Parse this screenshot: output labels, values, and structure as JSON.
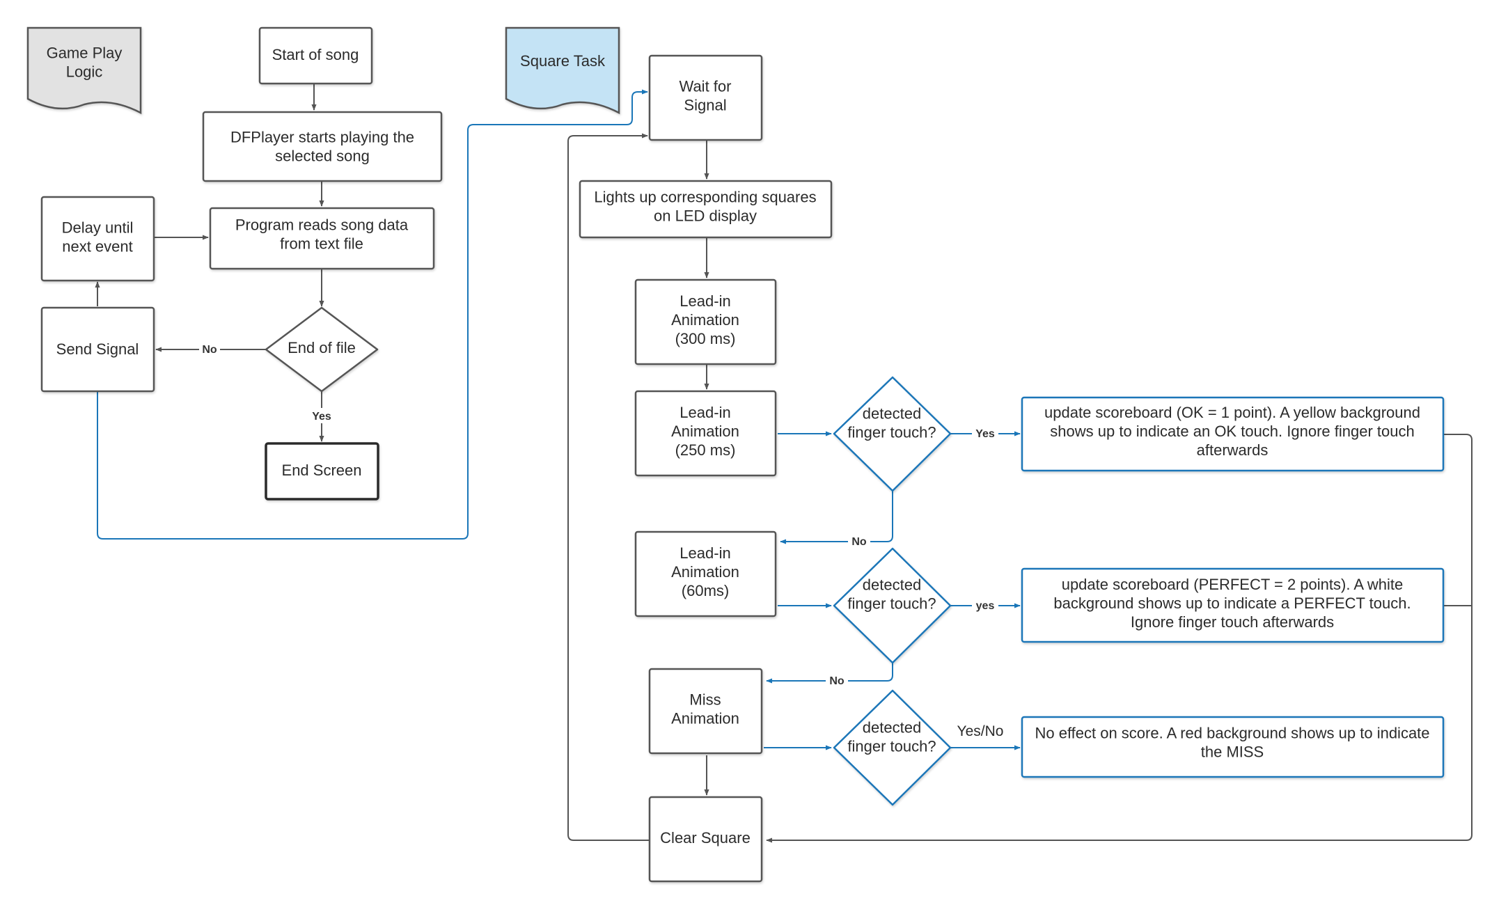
{
  "colors": {
    "gray_stroke": "#545454",
    "blue_stroke": "#1a76b8",
    "doc_gray_fill": "#e2e2e2",
    "doc_blue_fill": "#c4e3f5",
    "text": "#2b2b2b",
    "background": "#ffffff"
  },
  "game_logic": {
    "title": [
      "Game Play",
      "Logic"
    ],
    "start_song": [
      "Start of song"
    ],
    "dfplayer": [
      "DFPlayer starts playing the",
      "selected song"
    ],
    "program_reads": [
      "Program reads song data",
      "from text file"
    ],
    "delay": [
      "Delay until",
      "next event"
    ],
    "end_of_file": [
      "End of file"
    ],
    "send_signal": [
      "Send Signal"
    ],
    "end_screen": [
      "End Screen"
    ],
    "no_label": "No",
    "yes_label": "Yes"
  },
  "square_task": {
    "title": [
      "Square Task"
    ],
    "wait_signal": [
      "Wait for",
      "Signal"
    ],
    "lights_up": [
      "Lights up corresponding squares",
      "on LED display"
    ],
    "lead_in_300": [
      "Lead-in",
      "Animation",
      "(300 ms)"
    ],
    "lead_in_250": [
      "Lead-in",
      "Animation",
      "(250 ms)"
    ],
    "lead_in_60": [
      "Lead-in",
      "Animation",
      "(60ms)"
    ],
    "miss_animation": [
      "Miss",
      "Animation"
    ],
    "clear_square": [
      "Clear Square"
    ],
    "detected_1": [
      "detected",
      "finger touch?"
    ],
    "detected_2": [
      "detected",
      "finger touch?"
    ],
    "detected_3": [
      "detected",
      "finger touch?"
    ],
    "ok_result": [
      "update scoreboard (OK = 1 point). A yellow background",
      "shows up to indicate an OK touch. Ignore finger touch",
      "afterwards"
    ],
    "perfect_result": [
      "update scoreboard (PERFECT = 2 points). A white",
      "background shows up to indicate a PERFECT touch.",
      "Ignore finger touch afterwards"
    ],
    "miss_result": [
      "No effect on score. A red background shows up to indicate",
      "the MISS"
    ],
    "yes_1": "Yes",
    "no_1": "No",
    "yes_2": "yes",
    "no_2": "No",
    "yesno_3": "Yes/No"
  }
}
